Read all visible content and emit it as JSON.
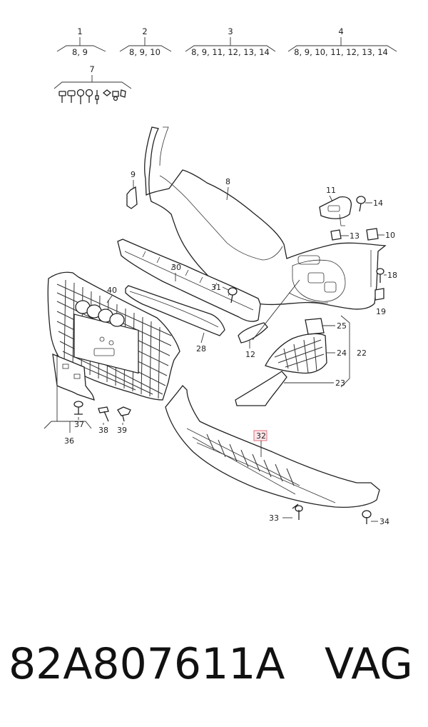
{
  "groups": [
    {
      "num": "1",
      "refs": "8, 9"
    },
    {
      "num": "2",
      "refs": "8, 9, 10"
    },
    {
      "num": "3",
      "refs": "8, 9, 11, 12, 13, 14"
    },
    {
      "num": "4",
      "refs": "8, 9, 10, 11, 12, 13, 14"
    },
    {
      "num": "7",
      "refs": ""
    }
  ],
  "callouts": {
    "c8": "8",
    "c9": "9",
    "c10": "10",
    "c11": "11",
    "c12": "12",
    "c13": "13",
    "c14": "14",
    "c18": "18",
    "c19": "19",
    "c22": "22",
    "c23": "23",
    "c24": "24",
    "c25": "25",
    "c28": "28",
    "c30": "30",
    "c31": "31",
    "c32": "32",
    "c33": "33",
    "c34": "34",
    "c36": "36",
    "c37": "37",
    "c38": "38",
    "c39": "39",
    "c40": "40"
  },
  "footer": {
    "part_number": "82A807611A",
    "brand": "VAG"
  },
  "colors": {
    "highlight_box": "#e06070",
    "highlight_fill": "#fde8ea",
    "ink": "#222222"
  }
}
